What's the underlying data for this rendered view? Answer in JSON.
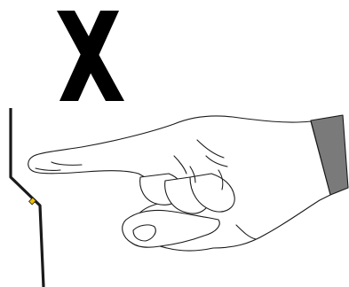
{
  "diagram": {
    "meaning": "do-not",
    "symbols": [
      {
        "name": "prohibition-x-icon",
        "role": "forbidden marker"
      },
      {
        "name": "pointing-hand-icon",
        "role": "finger touching surface"
      },
      {
        "name": "panel-edge",
        "role": "device edge / bezel"
      },
      {
        "name": "indicator-led",
        "role": "status light"
      }
    ]
  },
  "colors": {
    "line": "#1a1a1a",
    "mark": "#000000",
    "cuff": "#7a7a7a",
    "led": "#f2c200",
    "background": "#ffffff"
  }
}
